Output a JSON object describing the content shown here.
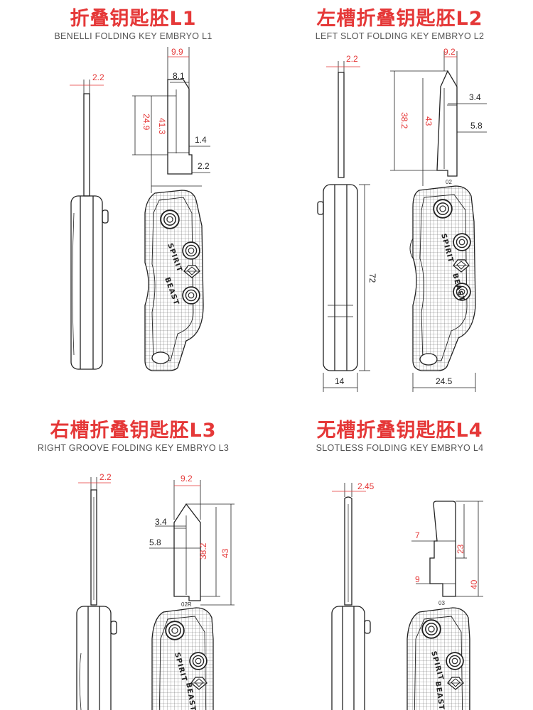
{
  "panels": [
    {
      "title_cn": "折叠钥匙胚L1",
      "title_en": "BENELLI FOLDING KEY EMBRYO L1",
      "dims": {
        "thickness": "2.2",
        "width": "9.9",
        "inner_width": "8.1",
        "height_a": "24.9",
        "height_b": "41.3",
        "step_a": "1.4",
        "step_b": "2.2"
      }
    },
    {
      "title_cn": "左槽折叠钥匙胚L2",
      "title_en": "LEFT SLOT FOLDING KEY EMBRYO L2",
      "dims": {
        "thickness": "2.2",
        "width": "9.2",
        "slot_a": "3.4",
        "slot_b": "5.8",
        "height_a": "38.2",
        "height_b": "43",
        "body_length": "72",
        "body_thickness": "14",
        "body_width": "24.5",
        "stamp": "02"
      }
    },
    {
      "title_cn": "右槽折叠钥匙胚L3",
      "title_en": "RIGHT GROOVE FOLDING KEY EMBRYO L3",
      "dims": {
        "thickness": "2.2",
        "width": "9.2",
        "slot_a": "3.4",
        "slot_b": "5.8",
        "height_a": "38.2",
        "height_b": "43",
        "stamp": "02R"
      }
    },
    {
      "title_cn": "无槽折叠钥匙胚L4",
      "title_en": "SLOTLESS FOLDING KEY EMBRYO L4",
      "dims": {
        "thickness": "2.45",
        "step_a": "7",
        "step_b": "9",
        "height_a": "23",
        "height_b": "40",
        "stamp": "03"
      }
    }
  ],
  "brand_line1": "SPIRIT",
  "brand_line2": "BEAST",
  "colors": {
    "dimension": "#e53838",
    "outline": "#222222",
    "title_en": "#555555"
  }
}
